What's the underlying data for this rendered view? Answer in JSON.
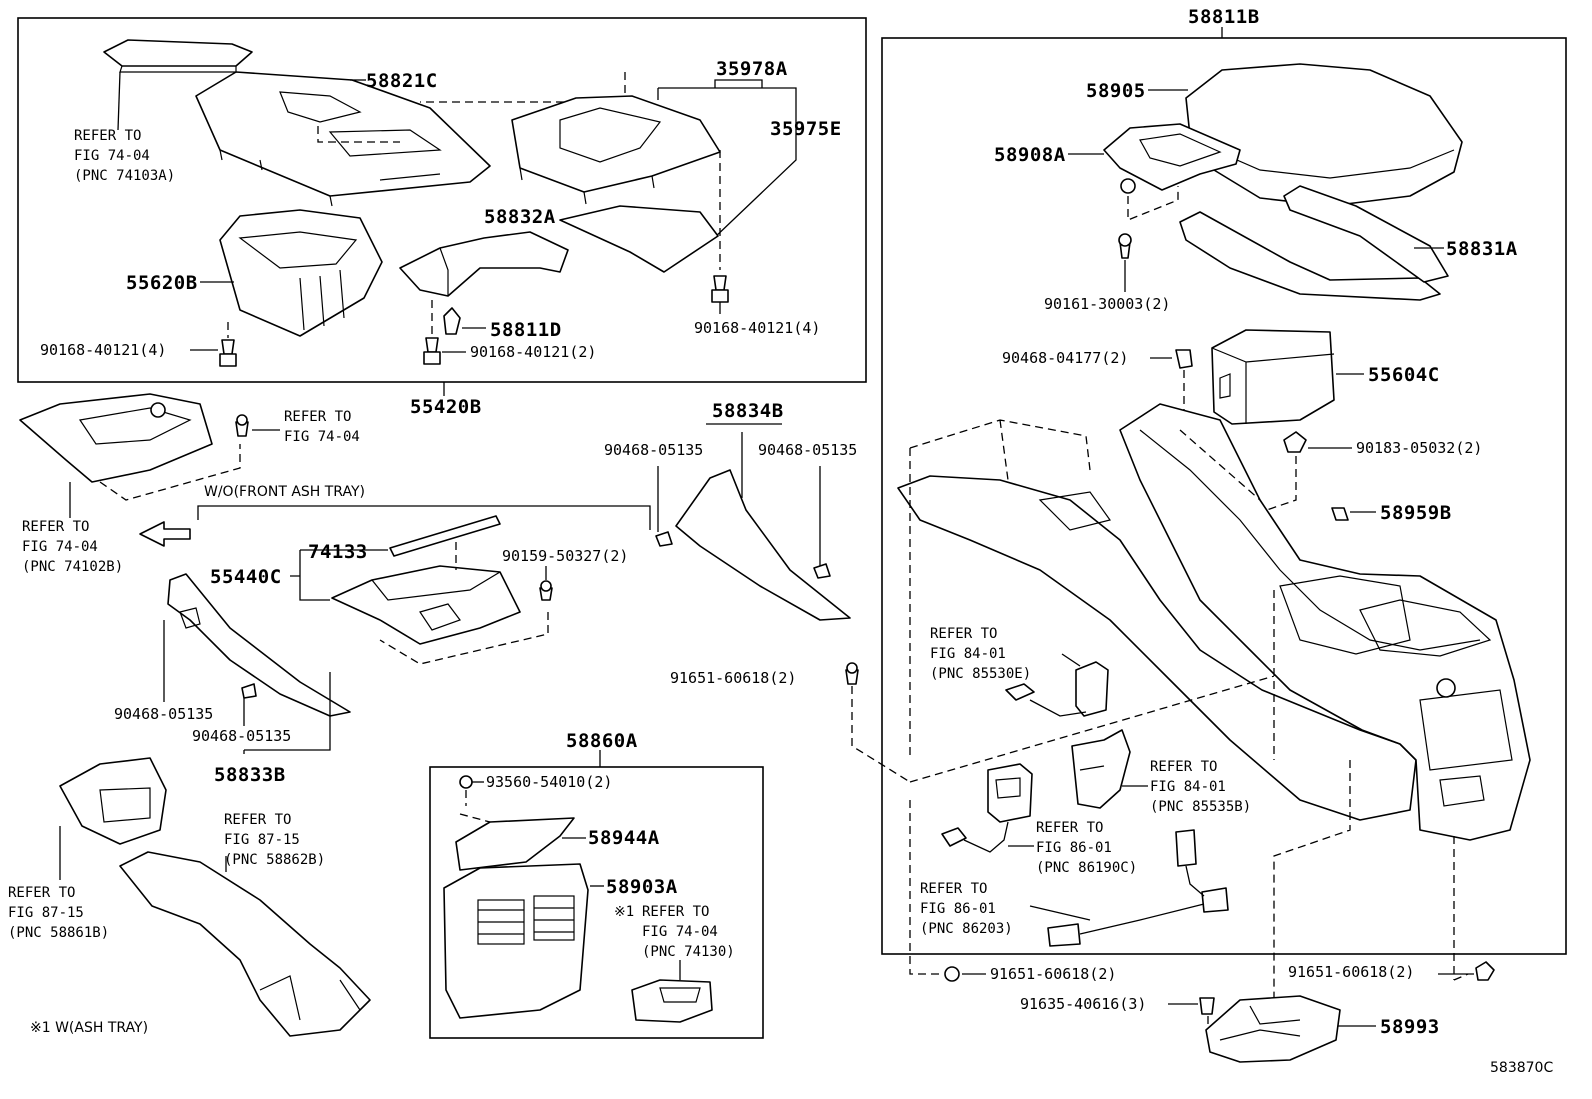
{
  "diagram_id": "583870C",
  "labels": {
    "p58811B": "58811B",
    "p58821C": "58821C",
    "p35978A": "35978A",
    "p35975E": "35975E",
    "p58832A": "58832A",
    "p55620B": "55620B",
    "p58811D": "58811D",
    "p55420B": "55420B",
    "p58834B": "58834B",
    "p74133": "74133",
    "p55440C": "55440C",
    "p58833B": "58833B",
    "p58860A": "58860A",
    "p58944A": "58944A",
    "p58903A": "58903A",
    "p58905": "58905",
    "p58908A": "58908A",
    "p58831A": "58831A",
    "p55604C": "55604C",
    "p58959B": "58959B",
    "p58993": "58993",
    "b90168_40121_4_top": "90168-40121(4)",
    "b90168_40121_4_left": "90168-40121(4)",
    "b90168_40121_2": "90168-40121(2)",
    "b90468_05135_a": "90468-05135",
    "b90468_05135_b": "90468-05135",
    "b90468_05135_c": "90468-05135",
    "b90468_05135_d": "90468-05135",
    "b90159_50327": "90159-50327(2)",
    "b91651_60618_mid": "91651-60618(2)",
    "b93560_54010": "93560-54010(2)",
    "b90161_30003": "90161-30003(2)",
    "b90468_04177": "90468-04177(2)",
    "b90183_05032": "90183-05032(2)",
    "b91651_60618_bl": "91651-60618(2)",
    "b91651_60618_br": "91651-60618(2)",
    "b91635_40616": "91635-40616(3)",
    "ref_74103A": "REFER TO\nFIG 74-04\n(PNC 74103A)",
    "ref_74_04": "REFER TO\nFIG 74-04",
    "ref_74102B": "REFER TO\nFIG 74-04\n(PNC 74102B)",
    "ref_58861B": "REFER TO\nFIG 87-15\n(PNC 58861B)",
    "ref_58862B": "REFER TO\nFIG 87-15\n(PNC 58862B)",
    "ref_74130": "REFER TO\nFIG 74-04\n(PNC 74130)",
    "ref_74130_mark": "※1",
    "ref_85530E": "REFER TO\nFIG 84-01\n(PNC 85530E)",
    "ref_85535B": "REFER TO\nFIG 84-01\n(PNC 85535B)",
    "ref_86190C": "REFER TO\nFIG 86-01\n(PNC 86190C)",
    "ref_86203": "REFER TO\nFIG 86-01\n(PNC 86203)",
    "note_front_ash": "W/O(FRONT ASH TRAY)",
    "note_ash_tray": "※1 W(ASH TRAY)"
  }
}
